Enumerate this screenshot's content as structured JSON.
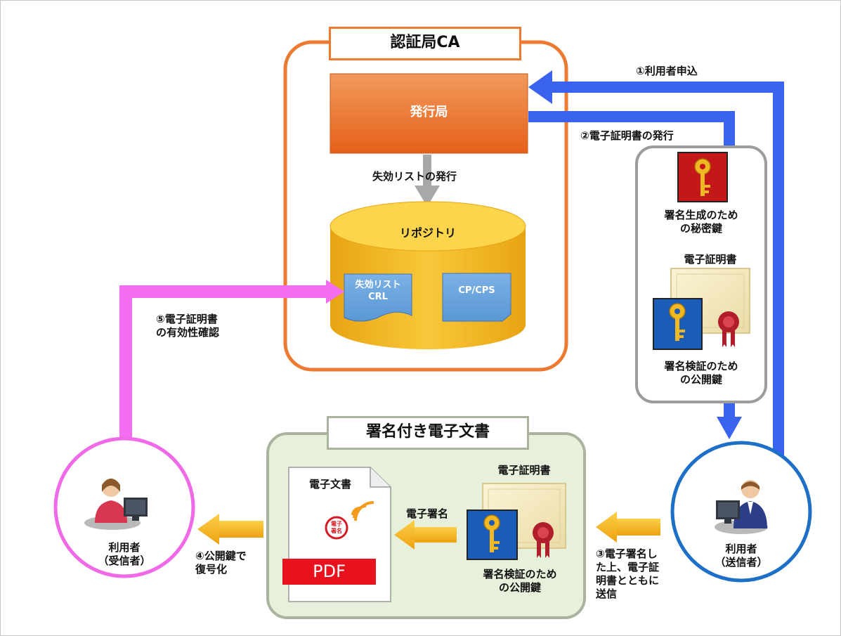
{
  "ca": {
    "title": "認証局CA",
    "issuer": "発行局",
    "crl_issue": "失効リストの発行",
    "repository": "リポジトリ",
    "crl_doc_line1": "失効リスト",
    "crl_doc_line2": "CRL",
    "cpcps_doc": "CP/CPS"
  },
  "steps": {
    "s1": "①利用者申込",
    "s2": "②電子証明書の発行",
    "s3_lines": [
      "③電子署名し",
      "た上、電子証",
      "明書とともに",
      "送信"
    ],
    "s4_lines": [
      "④公開鍵で",
      "復号化"
    ],
    "s5_lines": [
      "⑤電子証明書",
      "の有効性確認"
    ]
  },
  "sender_box": {
    "private_key_lines": [
      "署名生成のため",
      "の秘密鍵"
    ],
    "certificate": "電子証明書",
    "public_key_lines": [
      "署名検証のため",
      "の公開鍵"
    ]
  },
  "signed_doc": {
    "title": "署名付き電子文書",
    "doc_label": "電子文書",
    "stamp_line1": "電子",
    "stamp_line2": "署名",
    "pdf": "PDF",
    "signature": "電子署名",
    "certificate": "電子証明書",
    "public_key_lines": [
      "署名検証のため",
      "の公開鍵"
    ]
  },
  "receiver": {
    "name": "利用者",
    "role": "（受信者）"
  },
  "sender": {
    "name": "利用者",
    "role": "（送信者）"
  },
  "colors": {
    "ca_border": "#ec7a32",
    "issuer_fill": "#e8661c",
    "repository_fill": "#f5b921",
    "blue_arrow": "#3a63f0",
    "pink_arrow": "#f36df0",
    "yellow_arrow": "#f5b41c",
    "sender_circle": "#1e6fc8",
    "receiver_circle": "#f06ae8",
    "signed_box_fill": "#e6f0da",
    "signed_box_border": "#a9b39e"
  }
}
